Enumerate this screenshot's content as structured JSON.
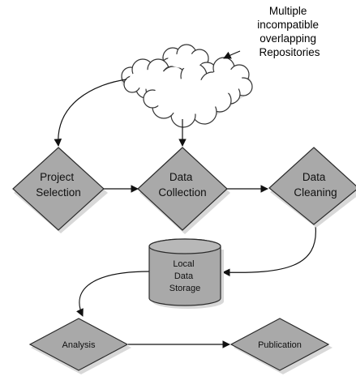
{
  "annotation": {
    "lines": [
      "Multiple",
      "incompatible",
      "overlapping",
      "Repositories"
    ]
  },
  "nodes": {
    "project_selection": {
      "lines": [
        "Project",
        "Selection"
      ]
    },
    "data_collection": {
      "lines": [
        "Data",
        "Collection"
      ]
    },
    "data_cleaning": {
      "lines": [
        "Data",
        "Cleaning"
      ]
    },
    "local_data_storage": {
      "lines": [
        "Local",
        "Data",
        "Storage"
      ]
    },
    "analysis": {
      "lines": [
        "Analysis"
      ]
    },
    "publication": {
      "lines": [
        "Publication"
      ]
    }
  },
  "colors": {
    "node_fill": "#a9a9a9",
    "node_shadow": "#d8d8d8",
    "arrow": "#111111",
    "cloud_fill": "#ffffff"
  }
}
